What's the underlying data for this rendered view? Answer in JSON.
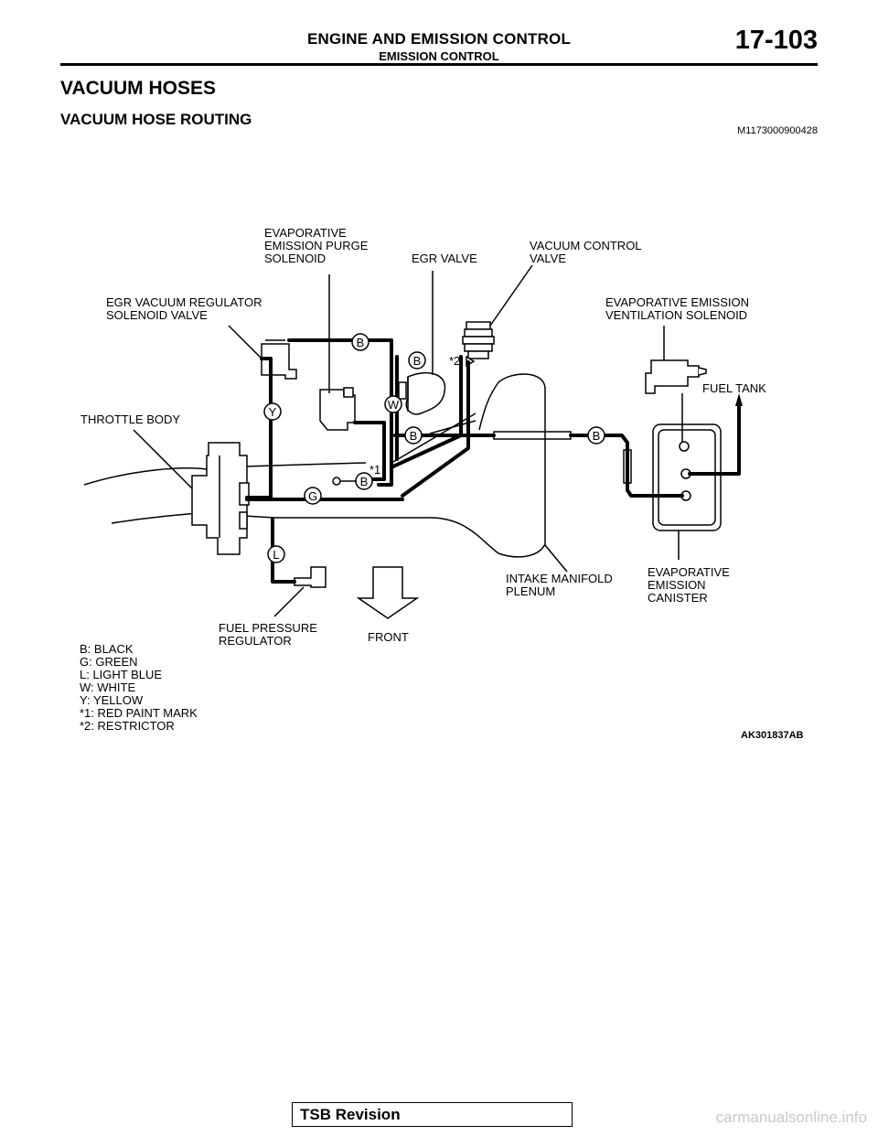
{
  "header": {
    "title": "ENGINE AND EMISSION CONTROL",
    "subtitle": "EMISSION CONTROL",
    "page_number": "17-103"
  },
  "section": {
    "title": "VACUUM HOSES",
    "subtitle": "VACUUM HOSE ROUTING",
    "doc_id": "M1173000900428"
  },
  "diagram": {
    "labels": {
      "evap_purge_1": "EVAPORATIVE",
      "evap_purge_2": "EMISSION PURGE",
      "evap_purge_3": "SOLENOID",
      "egr_valve": "EGR VALVE",
      "vacuum_control_1": "VACUUM CONTROL",
      "vacuum_control_2": "VALVE",
      "egr_regulator_1": "EGR VACUUM REGULATOR",
      "egr_regulator_2": "SOLENOID VALVE",
      "evap_vent_1": "EVAPORATIVE EMISSION",
      "evap_vent_2": "VENTILATION SOLENOID",
      "throttle_body": "THROTTLE BODY",
      "fuel_tank": "FUEL TANK",
      "intake_1": "INTAKE MANIFOLD",
      "intake_2": "PLENUM",
      "canister_1": "EVAPORATIVE",
      "canister_2": "EMISSION",
      "canister_3": "CANISTER",
      "fuel_pressure_1": "FUEL PRESSURE",
      "fuel_pressure_2": "REGULATOR",
      "front": "FRONT",
      "note1_mark": "*1",
      "note2_mark": "*2",
      "figure_id": "AK301837AB"
    },
    "hose_markers": {
      "b1": "B",
      "b2": "B",
      "b3": "B",
      "b4": "B",
      "b5": "B",
      "y": "Y",
      "w": "W",
      "g": "G",
      "l": "L"
    },
    "legend": [
      "B: BLACK",
      "G: GREEN",
      "L: LIGHT BLUE",
      "W: WHITE",
      "Y: YELLOW",
      "*1: RED PAINT MARK",
      "*2: RESTRICTOR"
    ]
  },
  "footer": {
    "tsb": "TSB Revision",
    "watermark": "carmanualsonline.info"
  }
}
